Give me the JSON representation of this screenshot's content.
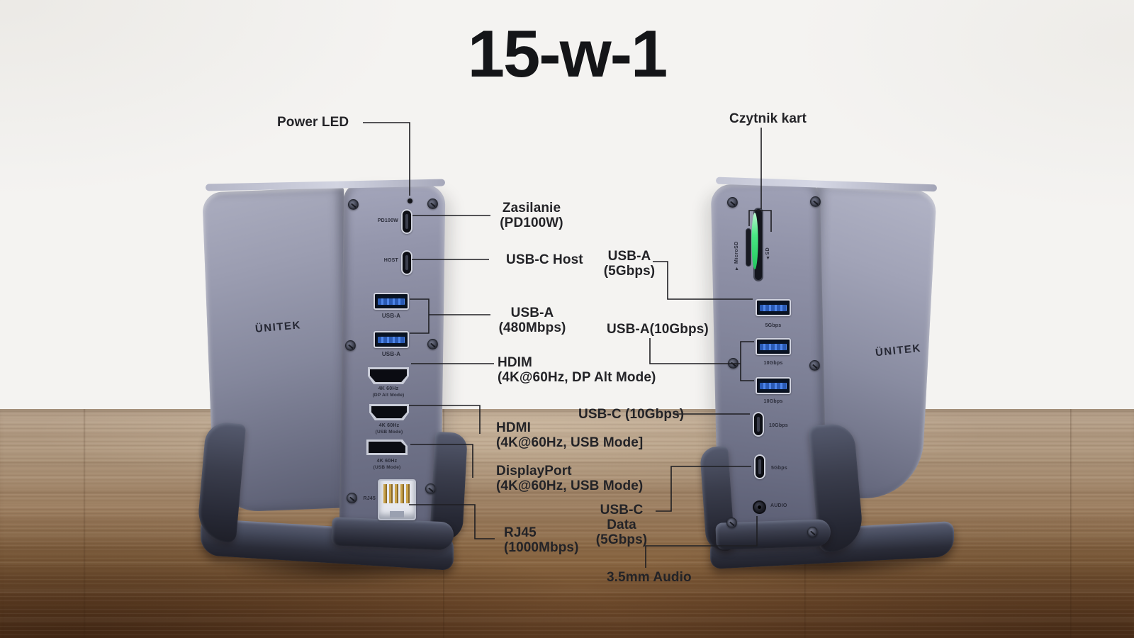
{
  "title": "15-w-1",
  "brand": "ÜNITEK",
  "left_device": {
    "callouts": {
      "power_led": "Power LED",
      "power_delivery": "Zasilanie\n(PD100W)",
      "usb_c_host": "USB-C Host",
      "usb_a": "USB-A\n(480Mbps)",
      "hdmi_dp_alt": "HDIM\n(4K@60Hz, DP Alt Mode)",
      "hdmi_usb_mode": "HDMI\n(4K@60Hz, USB Mode]",
      "displayport": "DisplayPort\n(4K@60Hz, USB Mode)",
      "rj45": "RJ45\n(1000Mbps)"
    },
    "panel": {
      "pd100w": "PD100W",
      "host": "HOST",
      "usb_a_top": "USB-A",
      "usb_a_bottom": "USB-A",
      "hdmi_top_line1": "4K 60Hz",
      "hdmi_top_line2": "(DP Alt Mode)",
      "hdmi_bottom_line1": "4K 60Hz",
      "hdmi_bottom_line2": "(USB Mode)",
      "dp_line1": "4K 60Hz",
      "dp_line2": "(USB Mode)",
      "rj45": "RJ45"
    }
  },
  "right_device": {
    "callouts": {
      "card_reader": "Czytnik kart",
      "usb_a_5gbps": "USB-A\n(5Gbps)",
      "usb_a_10gbps": "USB-A(10Gbps)",
      "usb_c_10gbps": "USB-C (10Gbps)",
      "usb_c_data": "USB-C Data\n(5Gbps)",
      "audio": "3.5mm Audio"
    },
    "panel": {
      "microsd": "▼ MicroSD",
      "sd": "▲SD",
      "usb_a_5gbps": "5Gbps",
      "usb_a_10gbps_top": "10Gbps",
      "usb_a_10gbps_bottom": "10Gbps",
      "usb_c_10gbps": "10Gbps",
      "usb_c_5gbps": "5Gbps",
      "audio": "AUDIO"
    }
  },
  "colors": {
    "sd_led_green": "#3fe47a",
    "usb_port_blue": "#3a6fd0",
    "device_body": "#80839a",
    "callout_text": "#232327",
    "wood_desk": "#8a6a4c",
    "wall": "#f4f3f1"
  }
}
